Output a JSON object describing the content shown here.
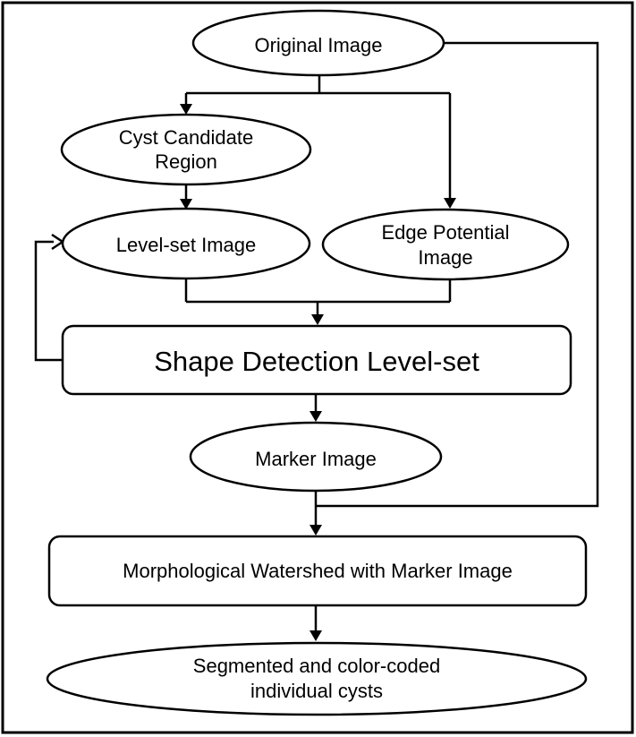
{
  "diagram": {
    "nodes": {
      "original_image": {
        "label": "Original Image"
      },
      "cyst_candidate": {
        "lines": [
          "Cyst Candidate",
          "Region"
        ]
      },
      "level_set_image": {
        "label": "Level-set Image"
      },
      "edge_potential": {
        "lines": [
          "Edge Potential",
          "Image"
        ]
      },
      "shape_detection": {
        "label": "Shape Detection Level-set"
      },
      "marker_image": {
        "label": "Marker Image"
      },
      "watershed": {
        "label": "Morphological Watershed with Marker Image"
      },
      "segmented": {
        "lines": [
          "Segmented and color-coded",
          "individual cysts"
        ]
      }
    }
  }
}
